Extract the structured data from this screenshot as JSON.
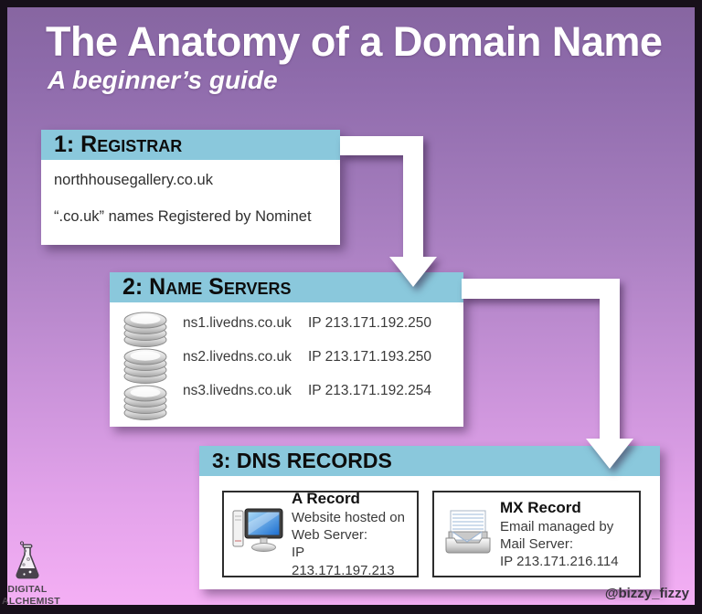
{
  "title": "The Anatomy of a Domain Name",
  "subtitle": "A beginner’s guide",
  "colors": {
    "background_top": "#8766a1",
    "background_bottom": "#f4aff4",
    "header_blue": "#8ac8dc",
    "box_white": "#ffffff",
    "frame_black": "#17101a",
    "arrow_white": "#ffffff"
  },
  "boxes": {
    "registrar": {
      "label": "1: Registrar",
      "domain": "northhousegallery.co.uk",
      "note": "“.co.uk” names Registered by Nominet"
    },
    "name_servers": {
      "label": "2: Name Servers",
      "icon": "database-stack-icon",
      "rows": [
        {
          "host": "ns1.livedns.co.uk",
          "ip": "IP 213.171.192.250"
        },
        {
          "host": "ns2.livedns.co.uk",
          "ip": "IP 213.171.193.250"
        },
        {
          "host": "ns3.livedns.co.uk",
          "ip": "IP 213.171.192.254"
        }
      ]
    },
    "dns_records": {
      "label": "3: DNS RECORDS",
      "cards": [
        {
          "icon": "computer-icon",
          "title": "A Record",
          "lines": [
            "Website hosted on",
            "Web Server:",
            "IP 213.171.197.213"
          ]
        },
        {
          "icon": "mail-tray-icon",
          "title": "MX Record",
          "lines": [
            "Email managed by",
            "Mail Server:",
            "IP 213.171.216.114"
          ]
        }
      ]
    }
  },
  "footer": {
    "logo_icon": "flask-icon",
    "brand_line1": "DIGITAL",
    "brand_line2": "ALCHEMIST",
    "handle": "@bizzy_fizzy"
  }
}
